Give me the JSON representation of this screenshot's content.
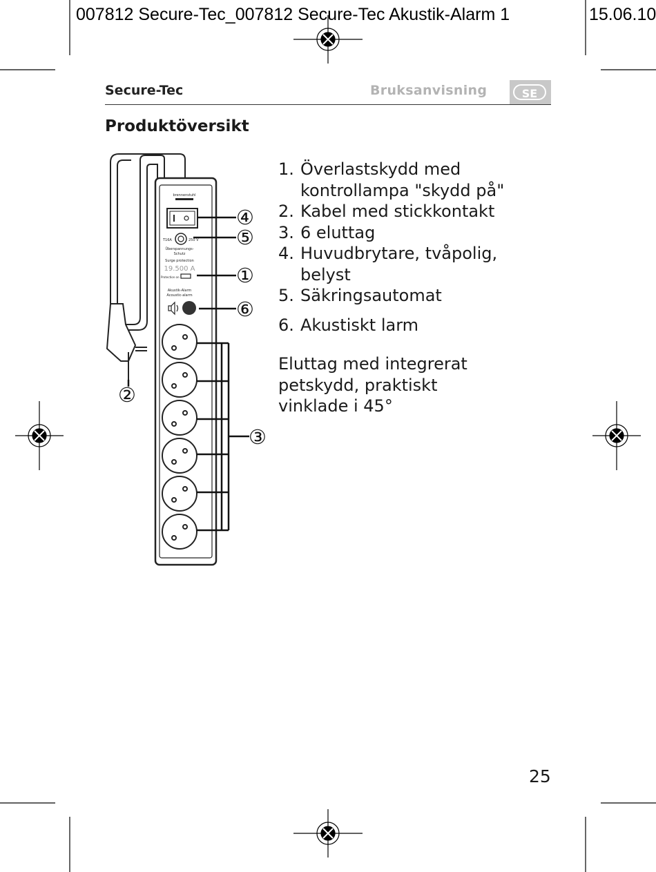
{
  "print_marks": {
    "slug_text": "007812 Secure-Tec_007812 Secure-Tec Akustik-Alarm 1",
    "slug_date": "15.06.10"
  },
  "header": {
    "brand": "Secure-Tec",
    "doc_type": "Bruksanvisning",
    "lang": "SE"
  },
  "section_title": "Produktöversikt",
  "product_labels": {
    "brand_logo": "brennenstuhl",
    "fuse_rating": "T16A",
    "voltage": "250 V",
    "surge_de_1": "Überspannungs-",
    "surge_de_2": "Schutz",
    "surge_en": "Surge protection",
    "amperage": "19.500 A",
    "protection_on": "Protection on",
    "alarm_de": "Akustik-Alarm",
    "alarm_en": "Acoustic-alarm"
  },
  "callouts": [
    "①",
    "②",
    "③",
    "④",
    "⑤",
    "⑥"
  ],
  "items": [
    {
      "num": "1.",
      "text": "Överlastskydd med kontrollampa \"skydd på\""
    },
    {
      "num": "2.",
      "text": "Kabel med stickkontakt"
    },
    {
      "num": "3.",
      "text": "6 eluttag"
    },
    {
      "num": "4.",
      "text": "Huvudbrytare, tvåpolig, belyst"
    },
    {
      "num": "5.",
      "text": "Säkringsautomat"
    },
    {
      "num": "6.",
      "text": "Akustiskt larm"
    }
  ],
  "note": "Eluttag med integrerat petskydd, praktiskt vinklade i 45°",
  "page_number": "25"
}
